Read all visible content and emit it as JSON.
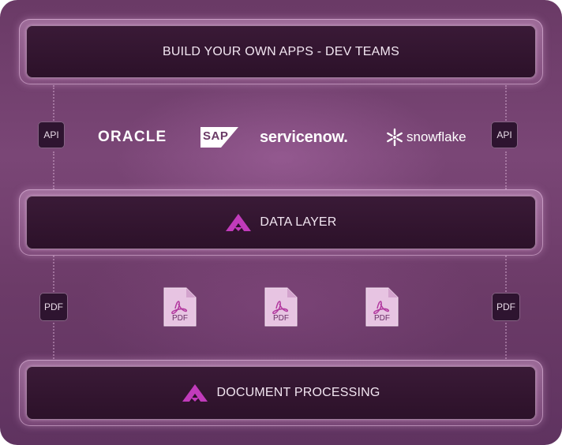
{
  "layers": {
    "top": {
      "label": "BUILD YOUR OWN APPS - DEV TEAMS"
    },
    "middle": {
      "label": "DATA LAYER"
    },
    "bottom": {
      "label": "DOCUMENT PROCESSING"
    }
  },
  "side_tags": {
    "upper_left": "API",
    "upper_right": "API",
    "lower_left": "PDF",
    "lower_right": "PDF"
  },
  "integrations": [
    {
      "name": "ORACLE",
      "icon": "oracle-logo"
    },
    {
      "name": "SAP",
      "icon": "sap-logo"
    },
    {
      "name": "servicenow.",
      "icon": "servicenow-logo"
    },
    {
      "name": "snowflake",
      "icon": "snowflake-logo"
    }
  ],
  "documents": [
    {
      "label": "PDF",
      "icon": "pdf-file-icon"
    },
    {
      "label": "PDF",
      "icon": "pdf-file-icon"
    },
    {
      "label": "PDF",
      "icon": "pdf-file-icon"
    }
  ],
  "colors": {
    "background": "#6a3a66",
    "bar_fill": "#2c1129",
    "brand_accent": "#c13bbb",
    "text": "#f2e6f1",
    "pdf_file": "#e7c4e2"
  }
}
